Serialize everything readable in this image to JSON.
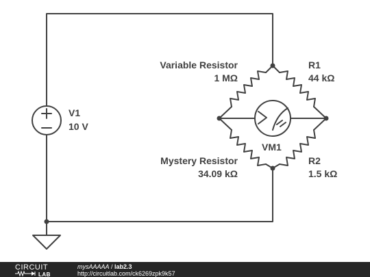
{
  "components": {
    "v1": {
      "name": "V1",
      "value": "10 V"
    },
    "variable_resistor": {
      "name": "Variable Resistor",
      "value": "1 MΩ"
    },
    "r1": {
      "name": "R1",
      "value": "44 kΩ"
    },
    "mystery_resistor": {
      "name": "Mystery Resistor",
      "value": "34.09 kΩ"
    },
    "r2": {
      "name": "R2",
      "value": "1.5 kΩ"
    },
    "vm1": {
      "name": "VM1",
      "symbol": ">"
    }
  },
  "footer": {
    "logo_top": "CIRCUIT",
    "logo_bottom": "LAB",
    "user": "mysAAAAA",
    "separator": " / ",
    "project": "lab2.3",
    "url": "http://circuitlab.com/ck6269zpk9k57"
  },
  "colors": {
    "wire": "#404040",
    "footer_bg": "#262626"
  }
}
